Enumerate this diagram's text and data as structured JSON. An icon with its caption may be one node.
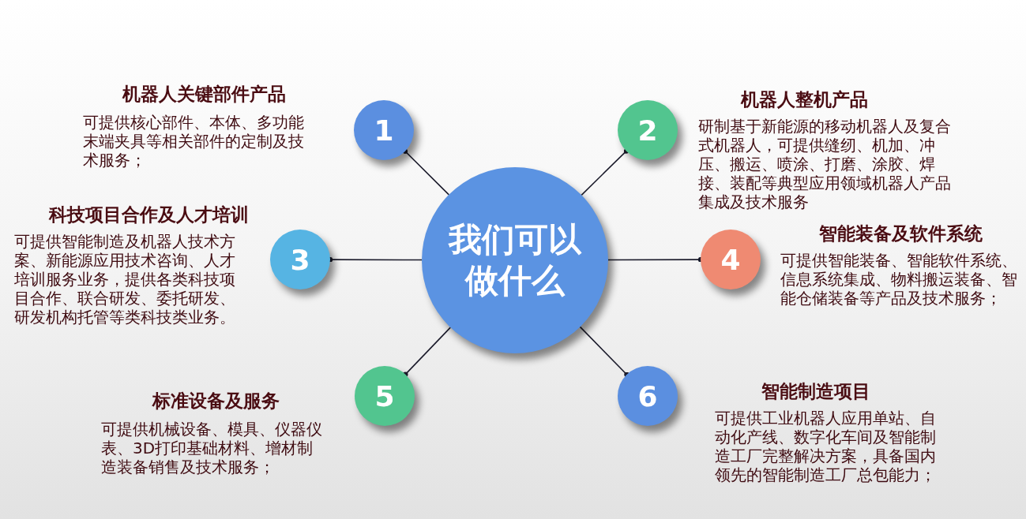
{
  "diagram": {
    "nodes": [
      {
        "text": [
          "我们可以做什么"
        ]
      },
      {
        "text": [
          "1"
        ],
        "beside": [
          "机器人关键部件产品",
          "可提供核心部件、本体、多功能末端夹具等相关部件的定制及技术服务；"
        ]
      },
      {
        "text": [
          "2"
        ],
        "beside": [
          "机器人整机产品",
          "研制基于新能源的移动机器人及复合式机器人，可提供缝纫、机加、冲压、搬运、喷涂、打磨、涂胶、焊接、装配等典型应用领域机器人产品集成及技术服务"
        ]
      },
      {
        "text": [
          "3"
        ],
        "beside": [
          "科技项目合作及人才培训",
          "可提供智能制造及机器人技术方案、新能源应用技术咨询、人才培训服务业务，提供各类科技项目合作、联合研发、委托研发、研发机构托管等类科技类业务。"
        ]
      },
      {
        "text": [
          "4"
        ],
        "beside": [
          "智能装备及软件系统",
          "可提供智能装备、智能软件系统、信息系统集成、物料搬运装备、智能仓储装备等产品及技术服务；"
        ]
      },
      {
        "text": [
          "5"
        ],
        "beside": [
          "标准设备及服务",
          "可提供机械设备、模具、仪器仪表、3D打印基础材料、增材制造装备销售及技术服务；"
        ]
      },
      {
        "text": [
          "6"
        ],
        "beside": [
          "智能制造项目",
          "可提供工业机器人应用单站、自动化产线、数字化车间及智能制造工厂完整解决方案，具备国内领先的智能制造工厂总包能力；"
        ]
      }
    ],
    "edges": [
      {
        "from": 0,
        "to": 1,
        "arrow": "other"
      },
      {
        "from": 0,
        "to": 2,
        "arrow": "other"
      },
      {
        "from": 0,
        "to": 3,
        "arrow": "other"
      },
      {
        "from": 0,
        "to": 4,
        "arrow": "other"
      },
      {
        "from": 0,
        "to": 5,
        "arrow": "other"
      },
      {
        "from": 0,
        "to": 6,
        "arrow": "other"
      }
    ]
  }
}
